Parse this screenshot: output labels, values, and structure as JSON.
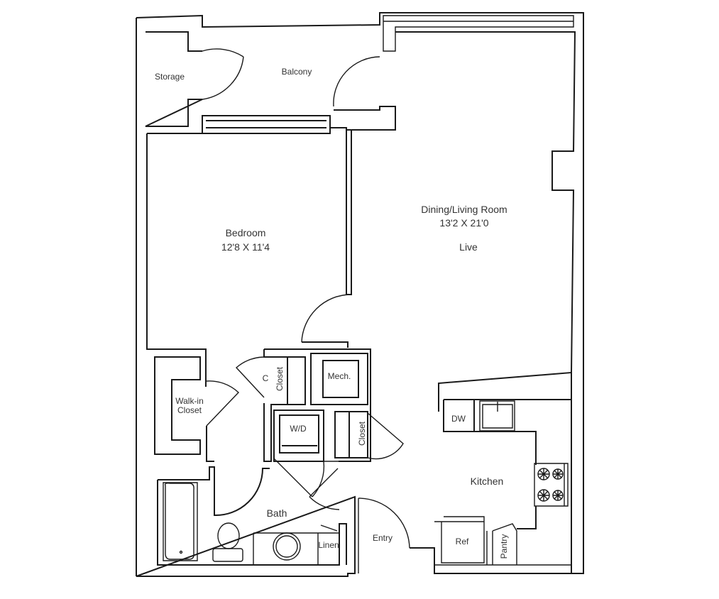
{
  "rooms": {
    "storage": "Storage",
    "balcony": "Balcony",
    "bedroom": "Bedroom",
    "bedroom_dims": "12'8 X 11'4",
    "living": "Dining/Living Room",
    "living_dims": "13'2 X 21'0",
    "live": "Live",
    "walkin_1": "Walk-in",
    "walkin_2": "Closet",
    "c": "C",
    "closet_a": "Closet",
    "mech": "Mech.",
    "wd": "W/D",
    "closet_b": "Closet",
    "bath": "Bath",
    "linen": "Linen",
    "entry": "Entry",
    "dw": "DW",
    "kitchen": "Kitchen",
    "ref": "Ref",
    "pantry": "Pantry"
  }
}
